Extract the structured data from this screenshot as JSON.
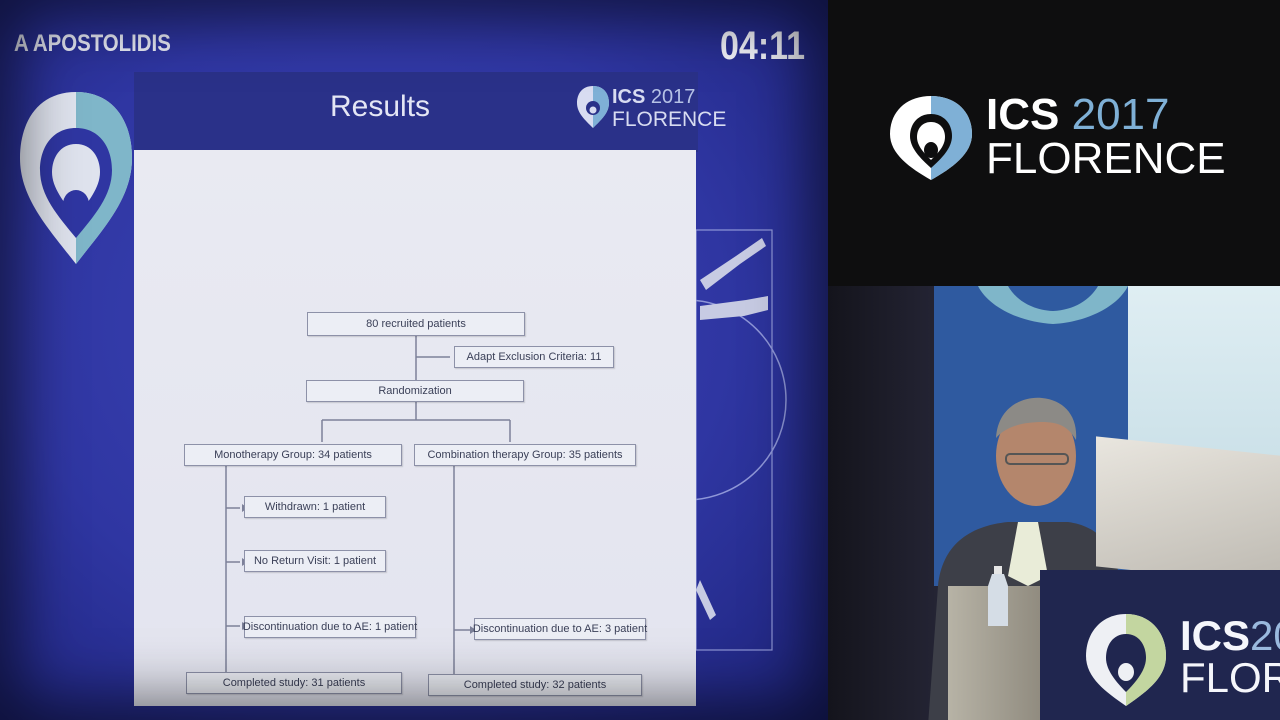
{
  "slide_screen": {
    "speaker_name": "A APOSTOLIDIS",
    "timer": "04:11",
    "slide": {
      "title": "Results",
      "logo": {
        "line1_brand": "ICS",
        "line1_year": "2017",
        "line2": "FLORENCE"
      },
      "flowchart": {
        "recruited": "80 recruited patients",
        "excluded": "Adapt Exclusion Criteria: 11",
        "randomization": "Randomization",
        "mono_group": "Monotherapy Group: 34 patients",
        "combo_group": "Combination therapy Group: 35 patients",
        "mono_withdrawn": "Withdrawn: 1 patient",
        "mono_no_return": "No Return Visit: 1 patient",
        "mono_discontinued": "Discontinuation due to AE: 1 patient",
        "combo_discontinued": "Discontinuation due to AE: 3 patient",
        "mono_completed": "Completed study: 31 patients",
        "combo_completed": "Completed study: 32 patients"
      }
    }
  },
  "brand_panel": {
    "line1_brand": "ICS",
    "line1_year": "2017",
    "line2": "FLORENCE"
  },
  "podium": {
    "line1_brand": "ICS",
    "line1_year": "20",
    "line2": "FLORE"
  },
  "colors": {
    "slide_blue": "#2f36a2",
    "header_blue": "#2a3189",
    "logo_light_blue": "#7fb0d6",
    "flow_line": "#7d8199"
  }
}
